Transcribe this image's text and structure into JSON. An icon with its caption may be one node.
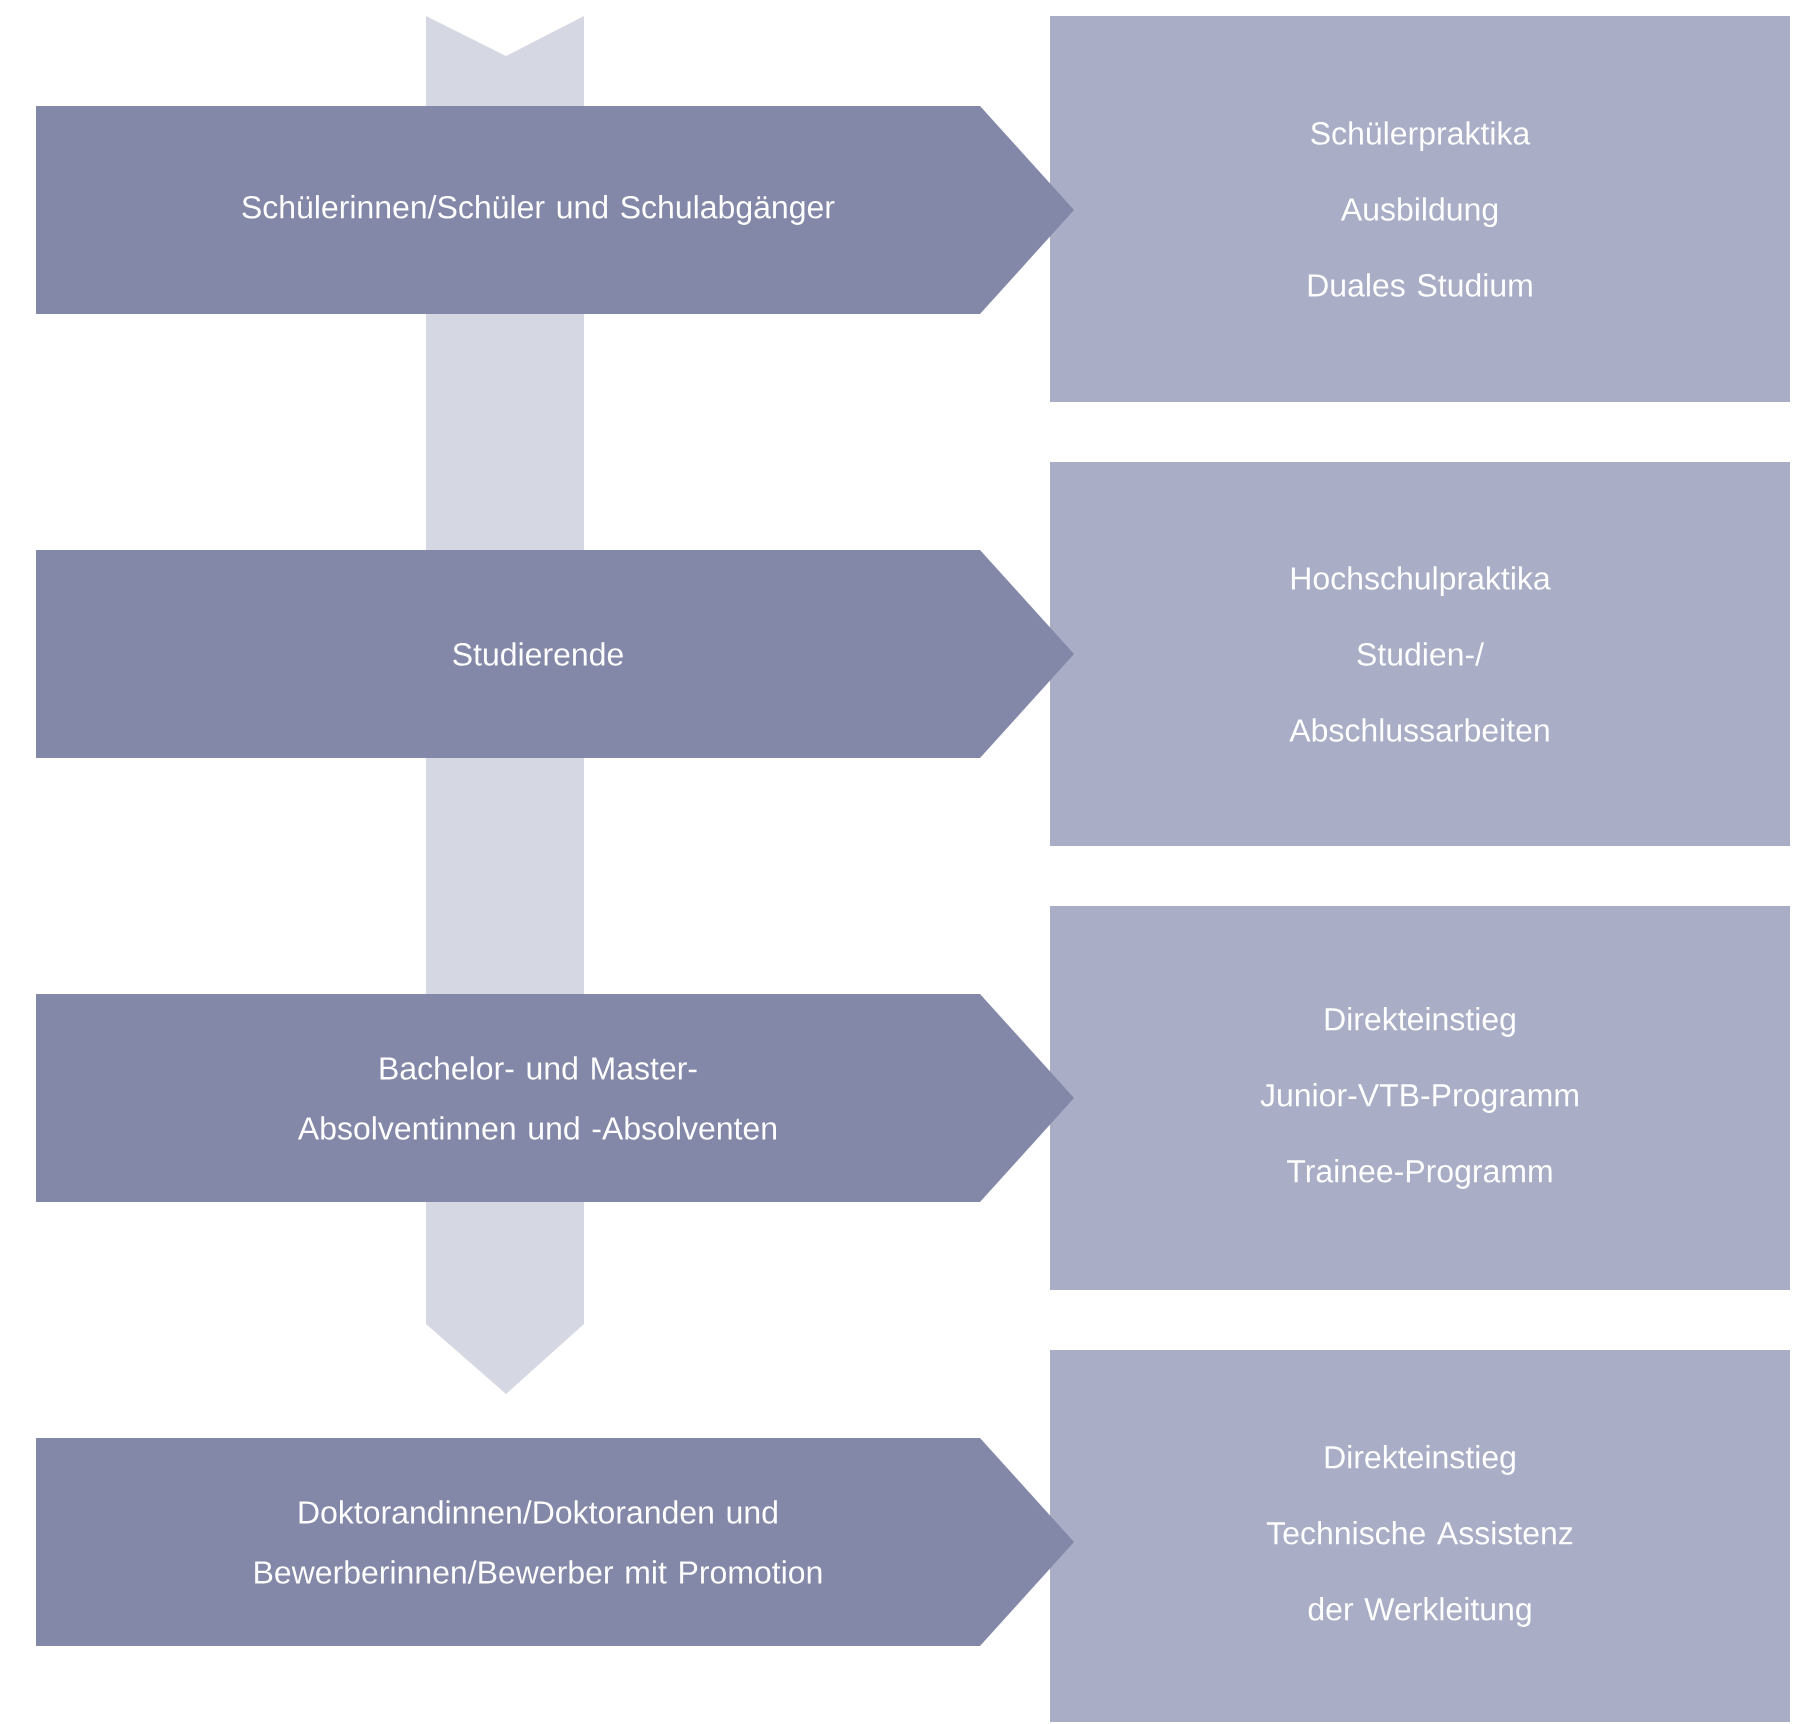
{
  "diagram": {
    "nodes": [
      {
        "text": [
          "Schülerinnen/Schüler und Schulabgänger"
        ]
      },
      {
        "text": [
          "Schülerpraktika",
          "Ausbildung",
          "Duales Studium"
        ]
      },
      {
        "text": [
          "Studierende"
        ]
      },
      {
        "text": [
          "Hochschulpraktika",
          "Studien-/ Abschlussarbeiten"
        ]
      },
      {
        "text": [
          "Bachelor- und Master- Absolventinnen und -Absolventen"
        ]
      },
      {
        "text": [
          "Direkteinstieg",
          "Junior-VTB-Programm",
          "Trainee-Programm"
        ]
      },
      {
        "text": [
          "Doktorandinnen/Doktoranden und Bewerberinnen/Bewerber mit Promotion"
        ]
      },
      {
        "text": [
          "Direkteinstieg",
          "Technische Assistenz der Werkleitung"
        ]
      }
    ],
    "edges": []
  }
}
